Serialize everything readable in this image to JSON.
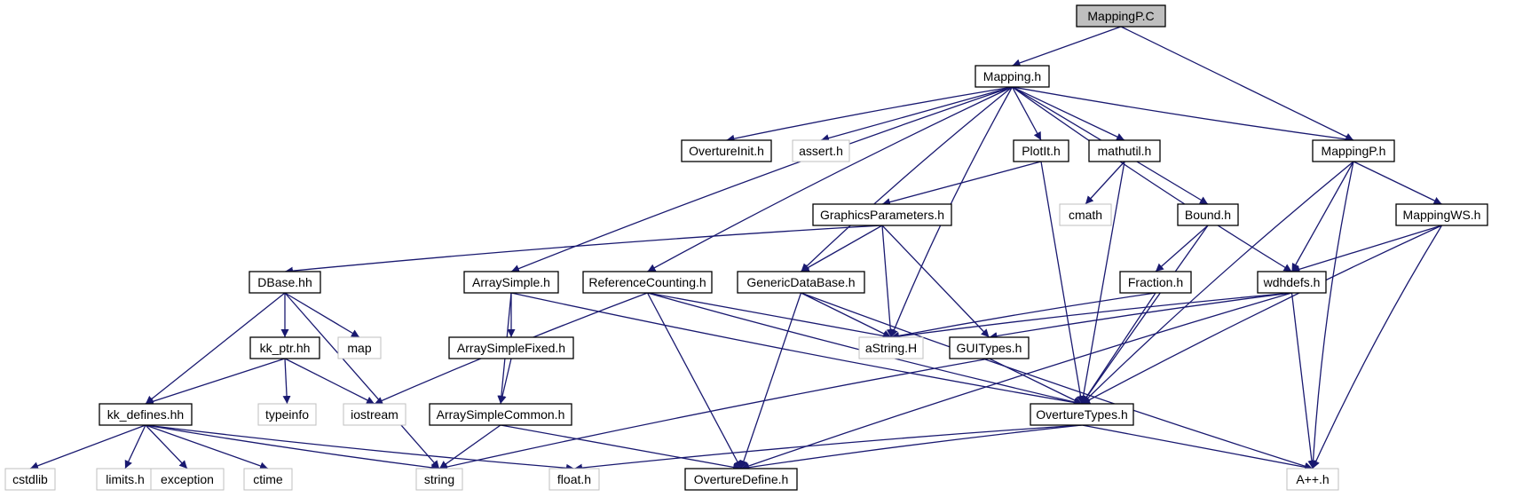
{
  "colors": {
    "edge": "#191970",
    "root_fill": "#bfbfbf",
    "node_border": "#000000",
    "external_border": "#bfbfbf",
    "background": "#ffffff"
  },
  "nodes": [
    {
      "id": "MappingP_C",
      "label": "MappingP.C",
      "kind": "root"
    },
    {
      "id": "Mapping_h",
      "label": "Mapping.h",
      "kind": "internal"
    },
    {
      "id": "MappingP_h",
      "label": "MappingP.h",
      "kind": "internal"
    },
    {
      "id": "OvertureInit_h",
      "label": "OvertureInit.h",
      "kind": "internal"
    },
    {
      "id": "assert_h",
      "label": "assert.h",
      "kind": "external"
    },
    {
      "id": "PlotIt_h",
      "label": "PlotIt.h",
      "kind": "internal"
    },
    {
      "id": "mathutil_h",
      "label": "mathutil.h",
      "kind": "internal"
    },
    {
      "id": "cmath",
      "label": "cmath",
      "kind": "external"
    },
    {
      "id": "Bound_h",
      "label": "Bound.h",
      "kind": "internal"
    },
    {
      "id": "MappingWS_h",
      "label": "MappingWS.h",
      "kind": "internal"
    },
    {
      "id": "GraphicsParameters_h",
      "label": "GraphicsParameters.h",
      "kind": "internal"
    },
    {
      "id": "DBase_hh",
      "label": "DBase.hh",
      "kind": "internal"
    },
    {
      "id": "ArraySimple_h",
      "label": "ArraySimple.h",
      "kind": "internal"
    },
    {
      "id": "ReferenceCounting_h",
      "label": "ReferenceCounting.h",
      "kind": "internal"
    },
    {
      "id": "GenericDataBase_h",
      "label": "GenericDataBase.h",
      "kind": "internal"
    },
    {
      "id": "Fraction_h",
      "label": "Fraction.h",
      "kind": "internal"
    },
    {
      "id": "wdhdefs_h",
      "label": "wdhdefs.h",
      "kind": "internal"
    },
    {
      "id": "kk_ptr_hh",
      "label": "kk_ptr.hh",
      "kind": "internal"
    },
    {
      "id": "map",
      "label": "map",
      "kind": "external"
    },
    {
      "id": "ArraySimpleFixed_h",
      "label": "ArraySimpleFixed.h",
      "kind": "internal"
    },
    {
      "id": "aString_H",
      "label": "aString.H",
      "kind": "external"
    },
    {
      "id": "GUITypes_h",
      "label": "GUITypes.h",
      "kind": "internal"
    },
    {
      "id": "typeinfo",
      "label": "typeinfo",
      "kind": "external"
    },
    {
      "id": "iostream",
      "label": "iostream",
      "kind": "external"
    },
    {
      "id": "kk_defines_hh",
      "label": "kk_defines.hh",
      "kind": "internal"
    },
    {
      "id": "ArraySimpleCommon_h",
      "label": "ArraySimpleCommon.h",
      "kind": "internal"
    },
    {
      "id": "OvertureTypes_h",
      "label": "OvertureTypes.h",
      "kind": "internal"
    },
    {
      "id": "cstdlib",
      "label": "cstdlib",
      "kind": "external"
    },
    {
      "id": "limits_h",
      "label": "limits.h",
      "kind": "external"
    },
    {
      "id": "exception",
      "label": "exception",
      "kind": "external"
    },
    {
      "id": "ctime",
      "label": "ctime",
      "kind": "external"
    },
    {
      "id": "string",
      "label": "string",
      "kind": "external"
    },
    {
      "id": "float_h",
      "label": "float.h",
      "kind": "external"
    },
    {
      "id": "OvertureDefine_h",
      "label": "OvertureDefine.h",
      "kind": "internal"
    },
    {
      "id": "Appp_h",
      "label": "A++.h",
      "kind": "external"
    }
  ],
  "edges": [
    [
      "MappingP_C",
      "Mapping_h"
    ],
    [
      "MappingP_C",
      "MappingP_h"
    ],
    [
      "Mapping_h",
      "OvertureInit_h"
    ],
    [
      "Mapping_h",
      "assert_h"
    ],
    [
      "Mapping_h",
      "PlotIt_h"
    ],
    [
      "Mapping_h",
      "mathutil_h"
    ],
    [
      "Mapping_h",
      "Bound_h"
    ],
    [
      "Mapping_h",
      "MappingP_h"
    ],
    [
      "Mapping_h",
      "ArraySimple_h"
    ],
    [
      "Mapping_h",
      "ReferenceCounting_h"
    ],
    [
      "Mapping_h",
      "GenericDataBase_h"
    ],
    [
      "Mapping_h",
      "aString_H"
    ],
    [
      "Mapping_h",
      "wdhdefs_h"
    ],
    [
      "PlotIt_h",
      "GraphicsParameters_h"
    ],
    [
      "PlotIt_h",
      "OvertureTypes_h"
    ],
    [
      "mathutil_h",
      "cmath"
    ],
    [
      "mathutil_h",
      "OvertureTypes_h"
    ],
    [
      "Bound_h",
      "Fraction_h"
    ],
    [
      "Bound_h",
      "OvertureTypes_h"
    ],
    [
      "MappingP_h",
      "MappingWS_h"
    ],
    [
      "MappingP_h",
      "wdhdefs_h"
    ],
    [
      "MappingP_h",
      "OvertureTypes_h"
    ],
    [
      "MappingP_h",
      "Appp_h"
    ],
    [
      "MappingWS_h",
      "wdhdefs_h"
    ],
    [
      "MappingWS_h",
      "OvertureTypes_h"
    ],
    [
      "MappingWS_h",
      "Appp_h"
    ],
    [
      "GraphicsParameters_h",
      "DBase_hh"
    ],
    [
      "GraphicsParameters_h",
      "GenericDataBase_h"
    ],
    [
      "GraphicsParameters_h",
      "aString_H"
    ],
    [
      "GraphicsParameters_h",
      "GUITypes_h"
    ],
    [
      "DBase_hh",
      "kk_ptr_hh"
    ],
    [
      "DBase_hh",
      "map"
    ],
    [
      "DBase_hh",
      "kk_defines_hh"
    ],
    [
      "DBase_hh",
      "string"
    ],
    [
      "kk_ptr_hh",
      "kk_defines_hh"
    ],
    [
      "kk_ptr_hh",
      "typeinfo"
    ],
    [
      "kk_ptr_hh",
      "iostream"
    ],
    [
      "kk_defines_hh",
      "cstdlib"
    ],
    [
      "kk_defines_hh",
      "limits_h"
    ],
    [
      "kk_defines_hh",
      "exception"
    ],
    [
      "kk_defines_hh",
      "ctime"
    ],
    [
      "kk_defines_hh",
      "string"
    ],
    [
      "kk_defines_hh",
      "float_h"
    ],
    [
      "ArraySimple_h",
      "ArraySimpleFixed_h"
    ],
    [
      "ArraySimple_h",
      "ArraySimpleCommon_h"
    ],
    [
      "ArraySimple_h",
      "OvertureTypes_h"
    ],
    [
      "ArraySimpleFixed_h",
      "ArraySimpleCommon_h"
    ],
    [
      "ArraySimpleCommon_h",
      "string"
    ],
    [
      "ArraySimpleCommon_h",
      "OvertureDefine_h"
    ],
    [
      "ReferenceCounting_h",
      "iostream"
    ],
    [
      "ReferenceCounting_h",
      "aString_H"
    ],
    [
      "ReferenceCounting_h",
      "OvertureTypes_h"
    ],
    [
      "ReferenceCounting_h",
      "OvertureDefine_h"
    ],
    [
      "GenericDataBase_h",
      "aString_H"
    ],
    [
      "GenericDataBase_h",
      "OvertureDefine_h"
    ],
    [
      "GenericDataBase_h",
      "Appp_h"
    ],
    [
      "Fraction_h",
      "aString_H"
    ],
    [
      "Fraction_h",
      "OvertureTypes_h"
    ],
    [
      "wdhdefs_h",
      "aString_H"
    ],
    [
      "wdhdefs_h",
      "GUITypes_h"
    ],
    [
      "wdhdefs_h",
      "OvertureDefine_h"
    ],
    [
      "wdhdefs_h",
      "Appp_h"
    ],
    [
      "GUITypes_h",
      "OvertureTypes_h"
    ],
    [
      "GUITypes_h",
      "string"
    ],
    [
      "OvertureTypes_h",
      "float_h"
    ],
    [
      "OvertureTypes_h",
      "OvertureDefine_h"
    ],
    [
      "OvertureTypes_h",
      "Appp_h"
    ]
  ]
}
